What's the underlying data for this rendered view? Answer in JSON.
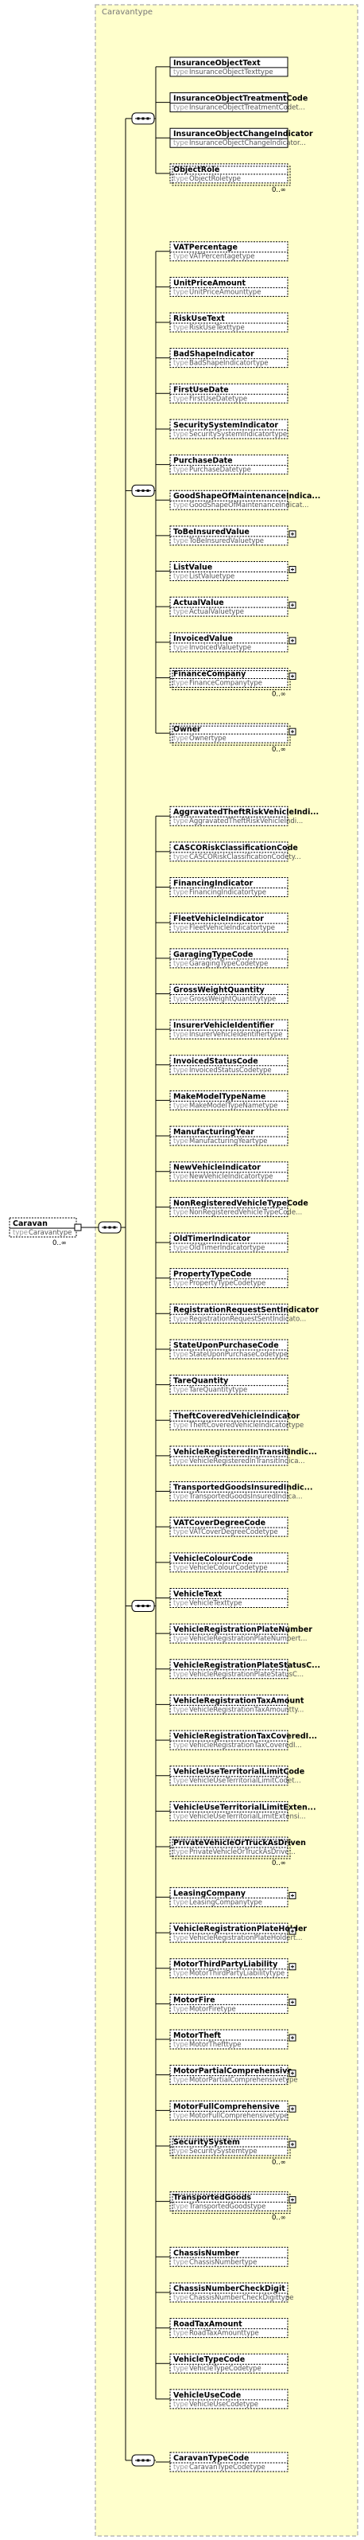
{
  "root": {
    "name": "Caravan",
    "type_key": "type",
    "type": "Caravantype",
    "occurs": "0..∞"
  },
  "complex_type_label": "Caravantype",
  "type_key": "type",
  "groups": [
    {
      "id": "seq1",
      "occurs": "",
      "elements": [
        {
          "name": "InsuranceObjectText",
          "type": "InsuranceObjectTexttype"
        },
        {
          "name": "InsuranceObjectTreatmentCode",
          "type": "InsuranceObjectTreatmentCodet..."
        },
        {
          "name": "InsuranceObjectChangeIndicator",
          "type": "InsuranceObjectChangeIndicator..."
        },
        {
          "name": "ObjectRole",
          "type": "ObjectRoletype",
          "optional": true,
          "occurs": "0..∞"
        }
      ]
    },
    {
      "id": "seq2",
      "occurs": "",
      "elements": [
        {
          "name": "VATPercentage",
          "type": "VATPercentagetype",
          "optional": true
        },
        {
          "name": "UnitPriceAmount",
          "type": "UnitPriceAmounttype",
          "optional": true
        },
        {
          "name": "RiskUseText",
          "type": "RiskUseTexttype",
          "optional": true
        },
        {
          "name": "BadShapeIndicator",
          "type": "BadShapeIndicatortype",
          "optional": true
        },
        {
          "name": "FirstUseDate",
          "type": "FirstUseDatetype",
          "optional": true
        },
        {
          "name": "SecuritySystemIndicator",
          "type": "SecuritySystemIndicatortype",
          "optional": true
        },
        {
          "name": "PurchaseDate",
          "type": "PurchaseDatetype",
          "optional": true
        },
        {
          "name": "GoodShapeOfMaintenanceIndica...",
          "type": "GoodShapeOfMaintenanceIndicat...",
          "optional": true
        },
        {
          "name": "ToBeInsuredValue",
          "type": "ToBeInsuredValuetype",
          "optional": true,
          "expand": true
        },
        {
          "name": "ListValue",
          "type": "ListValuetype",
          "optional": true,
          "expand": true
        },
        {
          "name": "ActualValue",
          "type": "ActualValuetype",
          "optional": true,
          "expand": true
        },
        {
          "name": "InvoicedValue",
          "type": "InvoicedValuetype",
          "optional": true,
          "expand": true
        },
        {
          "name": "FinanceCompany",
          "type": "FinanceCompanytype",
          "optional": true,
          "expand": true,
          "occurs": "0..∞"
        },
        {
          "name": "Owner",
          "type": "Ownertype",
          "optional": true,
          "expand": true,
          "occurs": "0..∞"
        }
      ]
    },
    {
      "id": "seq3",
      "occurs": "",
      "elements": [
        {
          "name": "AggravatedTheftRiskVehicleIndi...",
          "type": "AggravatedTheftRiskVehicleIndi...",
          "optional": true
        },
        {
          "name": "CASCORiskClassificationCode",
          "type": "CASCORiskClassificationCodety...",
          "optional": true
        },
        {
          "name": "FinancingIndicator",
          "type": "FinancingIndicatortype",
          "optional": true
        },
        {
          "name": "FleetVehicleIndicator",
          "type": "FleetVehicleIndicatortype",
          "optional": true
        },
        {
          "name": "GaragingTypeCode",
          "type": "GaragingTypeCodetype",
          "optional": true
        },
        {
          "name": "GrossWeightQuantity",
          "type": "GrossWeightQuantitytype",
          "optional": true
        },
        {
          "name": "InsurerVehicleIdentifier",
          "type": "InsurerVehicleIdentifiertype",
          "optional": true
        },
        {
          "name": "InvoicedStatusCode",
          "type": "InvoicedStatusCodetype",
          "optional": true
        },
        {
          "name": "MakeModelTypeName",
          "type": "MakeModelTypeNametype",
          "optional": true
        },
        {
          "name": "ManufacturingYear",
          "type": "ManufacturingYeartype",
          "optional": true
        },
        {
          "name": "NewVehicleIndicator",
          "type": "NewVehicleIndicatortype",
          "optional": true
        },
        {
          "name": "NonRegisteredVehicleTypeCode",
          "type": "NonRegisteredVehicleTypeCode...",
          "optional": true
        },
        {
          "name": "OldTimerIndicator",
          "type": "OldTimerIndicatortype",
          "optional": true
        },
        {
          "name": "PropertyTypeCode",
          "type": "PropertyTypeCodetype",
          "optional": true
        },
        {
          "name": "RegistrationRequestSentIndicator",
          "type": "RegistrationRequestSentIndicato...",
          "optional": true
        },
        {
          "name": "StateUponPurchaseCode",
          "type": "StateUponPurchaseCodetype",
          "optional": true
        },
        {
          "name": "TareQuantity",
          "type": "TareQuantitytype",
          "optional": true
        },
        {
          "name": "TheftCoveredVehicleIndicator",
          "type": "TheftCoveredVehicleIndicatortype",
          "optional": true
        },
        {
          "name": "VehicleRegisteredInTransitIndic...",
          "type": "VehicleRegisteredInTransitIndica...",
          "optional": true
        },
        {
          "name": "TransportedGoodsInsuredIndic...",
          "type": "TransportedGoodsInsuredIndica...",
          "optional": true
        },
        {
          "name": "VATCoverDegreeCode",
          "type": "VATCoverDegreeCodetype",
          "optional": true
        },
        {
          "name": "VehicleColourCode",
          "type": "VehicleColourCodetype",
          "optional": true
        },
        {
          "name": "VehicleText",
          "type": "VehicleTexttype",
          "optional": true
        },
        {
          "name": "VehicleRegistrationPlateNumber",
          "type": "VehicleRegistrationPlateNumbert...",
          "optional": true
        },
        {
          "name": "VehicleRegistrationPlateStatusC...",
          "type": "VehicleRegistrationPlateStatusC...",
          "optional": true
        },
        {
          "name": "VehicleRegistrationTaxAmount",
          "type": "VehicleRegistrationTaxAmountty...",
          "optional": true
        },
        {
          "name": "VehicleRegistrationTaxCoveredI...",
          "type": "VehicleRegistrationTaxCoveredI...",
          "optional": true
        },
        {
          "name": "VehicleUseTerritorialLimitCode",
          "type": "VehicleUseTerritorialLimitCodet...",
          "optional": true
        },
        {
          "name": "VehicleUseTerritorialLimitExten...",
          "type": "VehicleUseTerritorialLimitExtensi...",
          "optional": true
        },
        {
          "name": "PrivateVehicleOrTruckAsDriven",
          "type": "PrivateVehicleOrTruckAsDrive...",
          "optional": true,
          "occurs": "0..∞"
        },
        {
          "name": "LeasingCompany",
          "type": "LeasingCompanytype",
          "optional": true,
          "expand": true
        },
        {
          "name": "VehicleRegistrationPlateHolder",
          "type": "VehicleRegistrationPlateHoldert...",
          "optional": true,
          "expand": true
        },
        {
          "name": "MotorThirdPartyLiability",
          "type": "MotorThirdPartyLiabilitytype",
          "optional": true,
          "expand": true
        },
        {
          "name": "MotorFire",
          "type": "MotorFiretype",
          "optional": true,
          "expand": true
        },
        {
          "name": "MotorTheft",
          "type": "MotorThefttype",
          "optional": true,
          "expand": true
        },
        {
          "name": "MotorPartialComprehensive",
          "type": "MotorPartialComprehensivetype",
          "optional": true,
          "expand": true
        },
        {
          "name": "MotorFullComprehensive",
          "type": "MotorFullComprehensivetype",
          "optional": true,
          "expand": true
        },
        {
          "name": "SecuritySystem",
          "type": "SecuritySystemtype",
          "optional": true,
          "expand": true,
          "occurs": "0..∞"
        },
        {
          "name": "TransportedGoods",
          "type": "TransportedGoodstype",
          "optional": true,
          "expand": true,
          "occurs": "0..∞"
        },
        {
          "name": "ChassisNumber",
          "type": "ChassisNumbertype",
          "optional": true
        },
        {
          "name": "ChassisNumberCheckDigit",
          "type": "ChassisNumberCheckDigittype",
          "optional": true
        },
        {
          "name": "RoadTaxAmount",
          "type": "RoadTaxAmounttype",
          "optional": true
        },
        {
          "name": "VehicleTypeCode",
          "type": "VehicleTypeCodetype",
          "optional": true
        },
        {
          "name": "VehicleUseCode",
          "type": "VehicleUseCodetype",
          "optional": true
        }
      ]
    },
    {
      "id": "seq4",
      "occurs": "",
      "elements": [
        {
          "name": "CaravanTypeCode",
          "type": "CaravanTypeCodetype",
          "optional": true
        }
      ]
    }
  ],
  "colors": {
    "complex_bg": "#ffffcc",
    "complex_border": "#aaaaaa",
    "element_bg": "#ffffff",
    "element_border": "#000000",
    "connector": "#000000",
    "type_label": "#555555"
  }
}
